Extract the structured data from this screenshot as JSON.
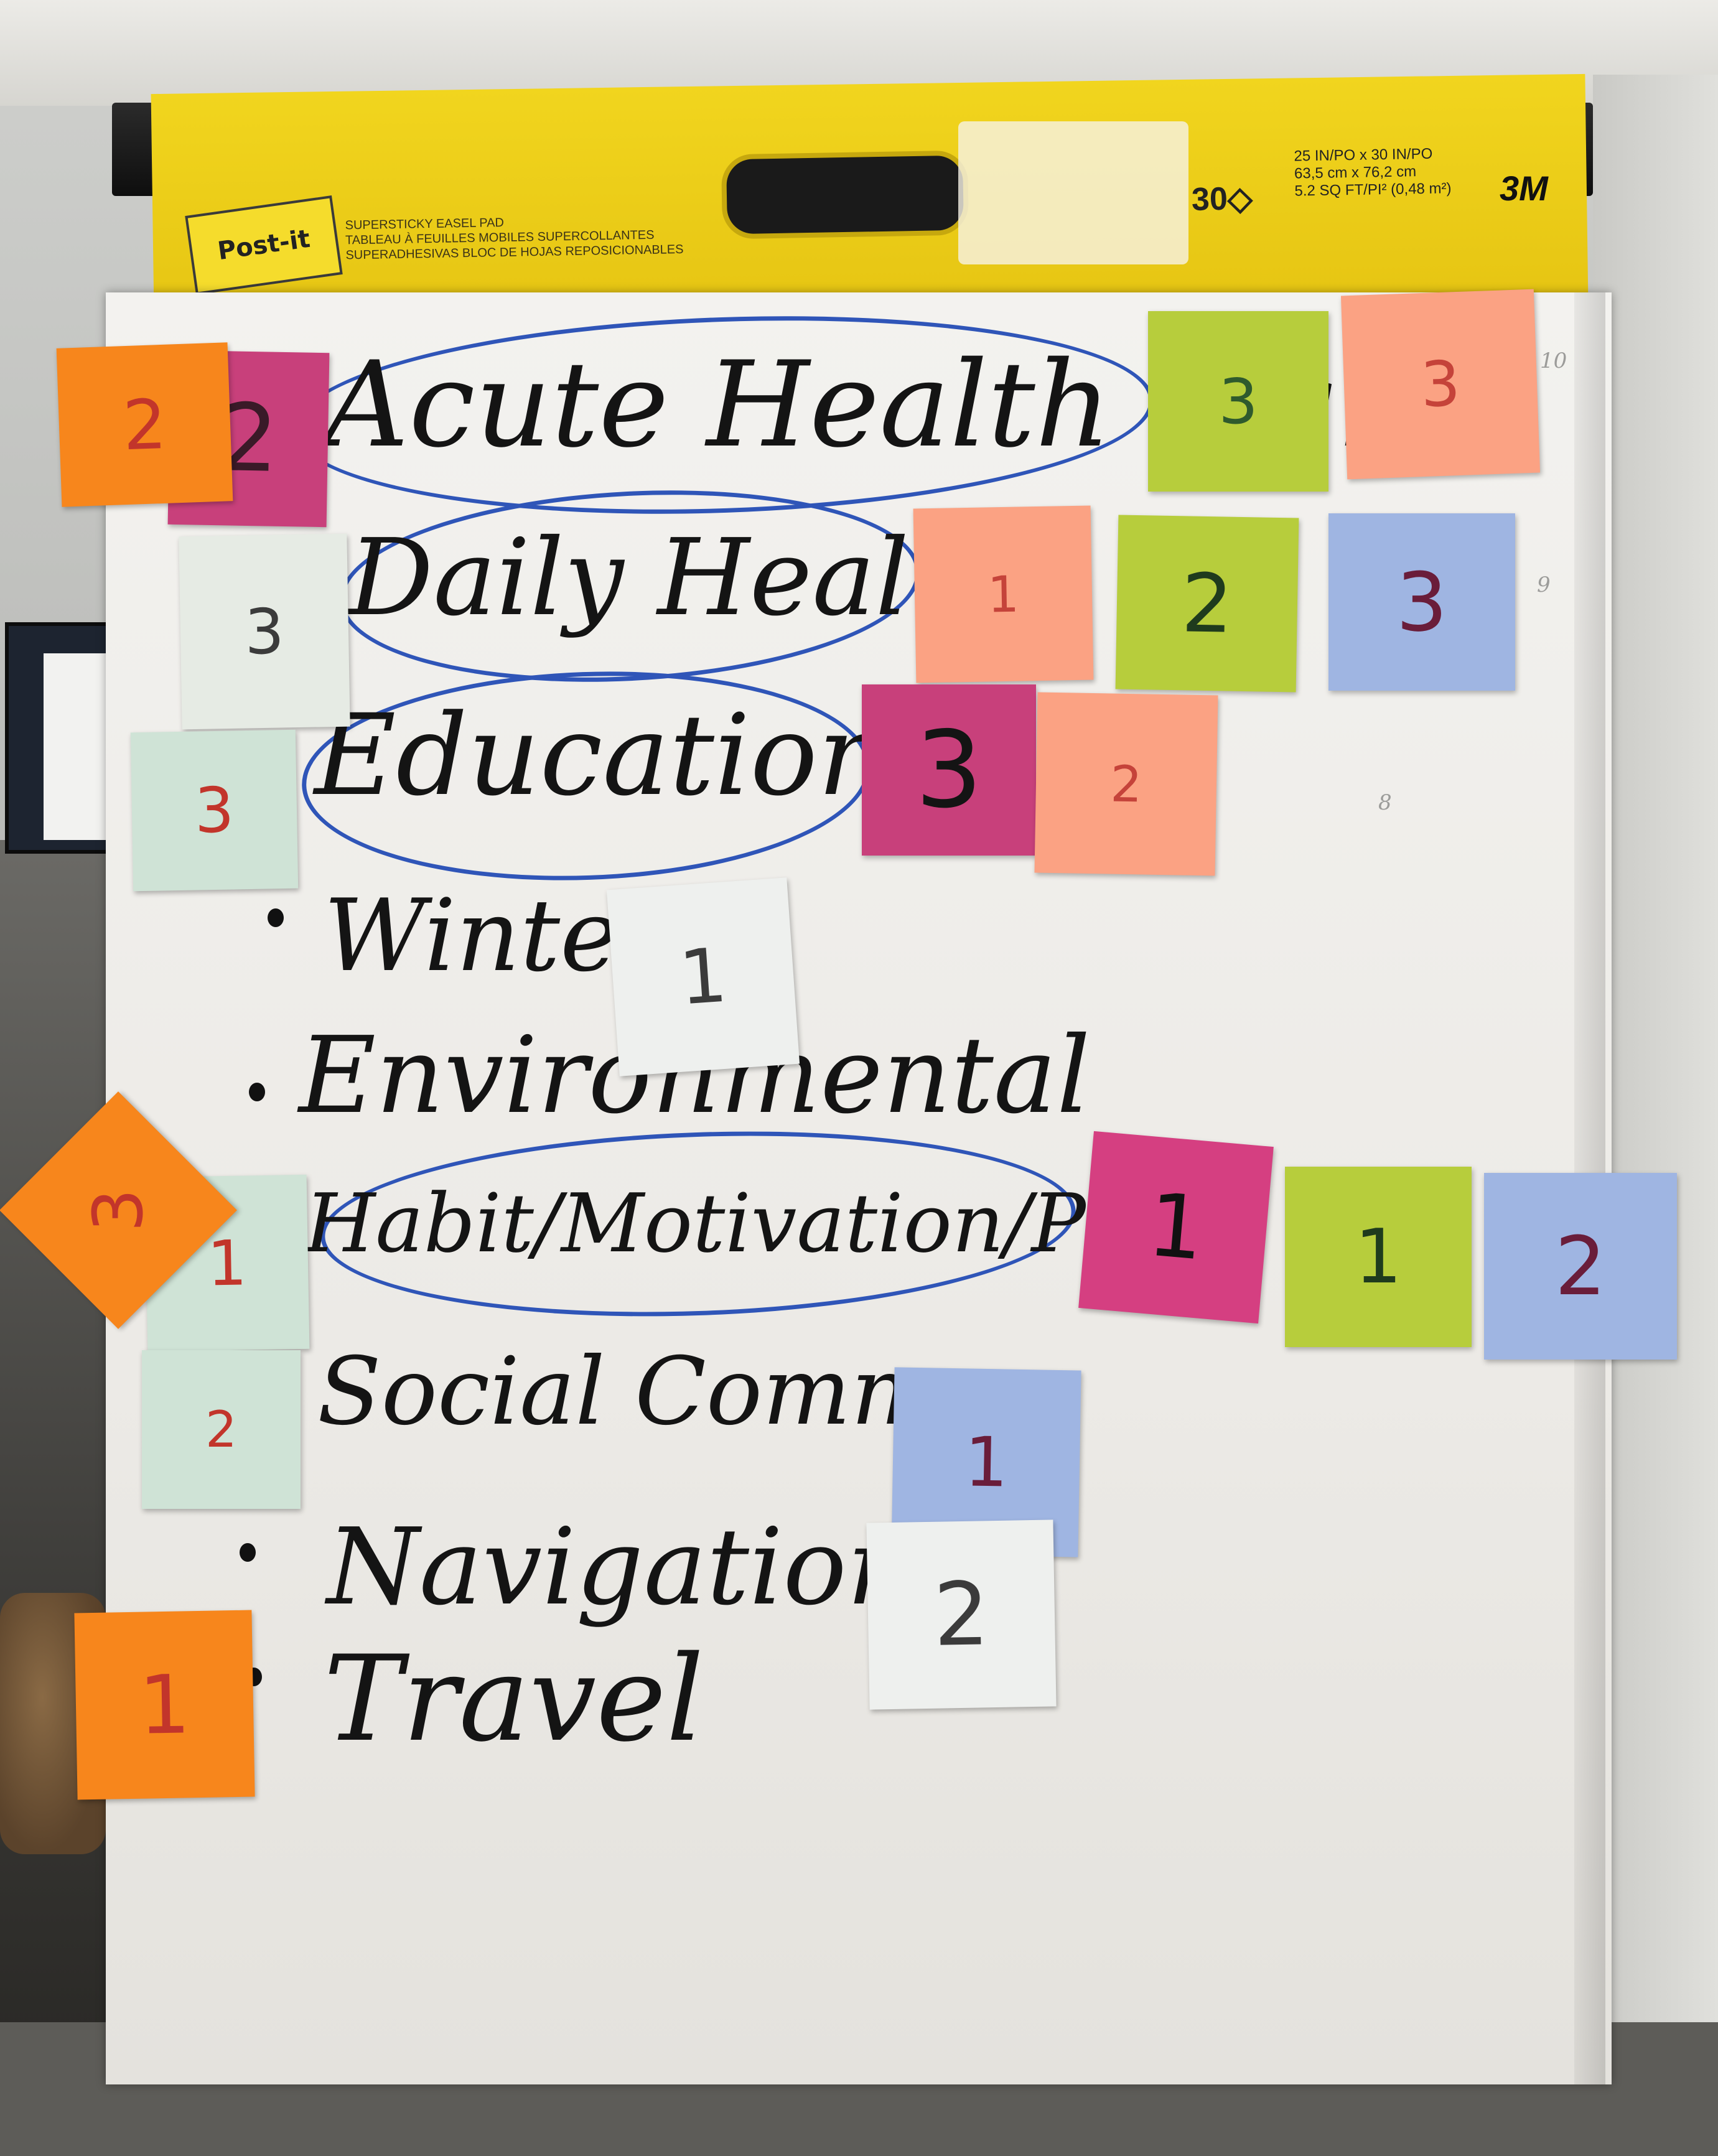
{
  "easel_pad": {
    "logo": "Post-it",
    "product_lines": [
      "SUPERSTICKY EASEL PAD",
      "TABLEAU À FEUILLES MOBILES SUPERCOLLANTES",
      "SUPERADHESIVAS BLOC DE HOJAS REPOSICIONABLES"
    ],
    "sheet_count": "30",
    "size_lines": [
      "25 IN/PO x 30 IN/PO",
      "63,5 cm x 76,2 cm",
      "5.2 SQ FT/PI² (0,48 m²)"
    ],
    "brand": "3M"
  },
  "flipchart": {
    "items": [
      "Acute Health mgmt",
      "Daily Health",
      "Education",
      "Winter",
      "Environmental",
      "Habit/Motivation/Pers.",
      "Social Comms.",
      "Navigation",
      "Travel"
    ],
    "margin_marks": [
      "10",
      "9",
      "8"
    ]
  },
  "sticky_notes": [
    {
      "item": "Acute Health mgmt",
      "label": "2",
      "color": "#f7861c"
    },
    {
      "item": "Acute Health mgmt",
      "label": "2",
      "color": "#c8407b"
    },
    {
      "item": "Acute Health mgmt",
      "label": "3",
      "color": "#b7cd3c"
    },
    {
      "item": "Acute Health mgmt",
      "label": "3",
      "color": "#fba283"
    },
    {
      "item": "Daily Health",
      "label": "3",
      "color": "#e6ebe4"
    },
    {
      "item": "Daily Health",
      "label": "1",
      "color": "#fba283"
    },
    {
      "item": "Daily Health",
      "label": "2",
      "color": "#b7cd3c"
    },
    {
      "item": "Daily Health",
      "label": "3",
      "color": "#9fb5e2"
    },
    {
      "item": "Education",
      "label": "3",
      "color": "#cfe3d6"
    },
    {
      "item": "Education",
      "label": "3",
      "color": "#c8407b"
    },
    {
      "item": "Education",
      "label": "2",
      "color": "#fba283"
    },
    {
      "item": "Winter",
      "label": "1",
      "color": "#eef0ee"
    },
    {
      "item": "Habit/Motivation/Pers.",
      "label": "3",
      "color": "#f7861c"
    },
    {
      "item": "Habit/Motivation/Pers.",
      "label": "1",
      "color": "#cfe3d6"
    },
    {
      "item": "Habit/Motivation/Pers.",
      "label": "1",
      "color": "#d53f81"
    },
    {
      "item": "Habit/Motivation/Pers.",
      "label": "1",
      "color": "#b7cd3c"
    },
    {
      "item": "Habit/Motivation/Pers.",
      "label": "2",
      "color": "#9fb5e2"
    },
    {
      "item": "Social Comms.",
      "label": "2",
      "color": "#cfe3d6"
    },
    {
      "item": "Social Comms.",
      "label": "1",
      "color": "#9fb5e2"
    },
    {
      "item": "Navigation",
      "label": "2",
      "color": "#eef0ee"
    },
    {
      "item": "Travel",
      "label": "1",
      "color": "#f7861c"
    }
  ]
}
